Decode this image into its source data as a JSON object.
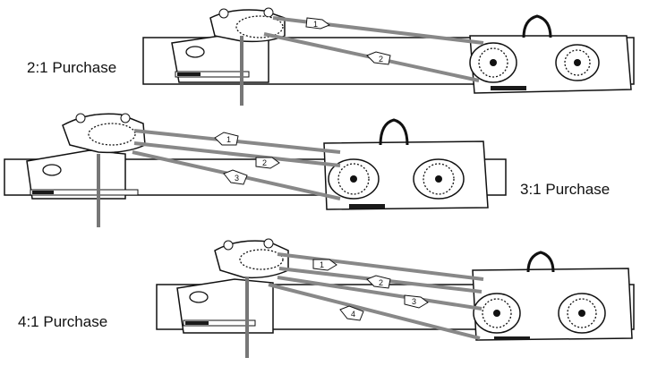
{
  "colors": {
    "ink": "#111111",
    "line": "#8a8a8a",
    "line_dark": "#5a5a5a",
    "paper": "#ffffff",
    "shade": "#eeeeee",
    "brand_plate": "#1a1a1a"
  },
  "diagrams": [
    {
      "label": "2:1 Purchase",
      "arrows": [
        "1",
        "2"
      ]
    },
    {
      "label": "3:1 Purchase",
      "arrows": [
        "1",
        "2",
        "3"
      ]
    },
    {
      "label": "4:1 Purchase",
      "arrows": [
        "1",
        "2",
        "3",
        "4"
      ]
    }
  ]
}
